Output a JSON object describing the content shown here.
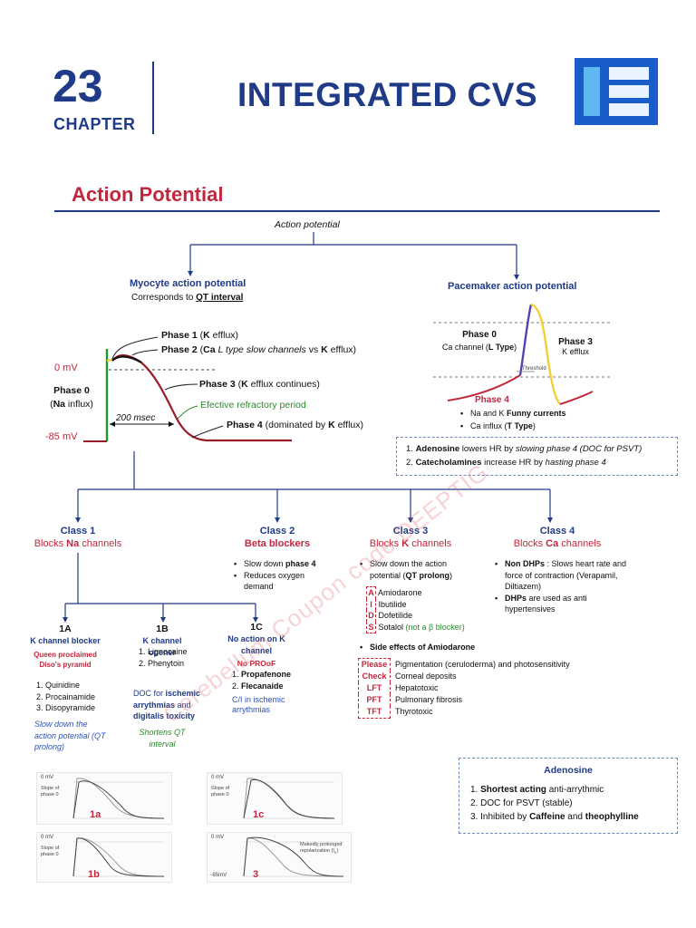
{
  "header": {
    "chapter_number": "23",
    "chapter_label": "CHAPTER",
    "title": "INTEGRATED CVS"
  },
  "section_title": "Action Potential",
  "tree": {
    "root": "Action potential",
    "myocyte_title": "Myocyte action potential",
    "myocyte_sub_prefix": "Corresponds to",
    "myocyte_sub_link": "QT interval",
    "pacemaker_title": "Pacemaker action potential"
  },
  "myocyte_graph": {
    "zero_mv": "0 mV",
    "minus85_mv": "-85 mV",
    "phase0_title": "Phase 0",
    "phase0_detail_pre": "(",
    "phase0_detail_ion": "Na",
    "phase0_detail_post": " influx)",
    "phase1_title": "Phase 1",
    "phase1_pre": " (",
    "phase1_ion": "K",
    "phase1_post": " efflux)",
    "phase2_title": "Phase 2",
    "phase2_pre": " (",
    "phase2_ion1": "Ca",
    "phase2_mid": "L type slow channels",
    "phase2_vs": " vs ",
    "phase2_ion2": "K",
    "phase2_post": " efflux)",
    "phase3_title": "Phase 3",
    "phase3_pre": " (",
    "phase3_ion": "K",
    "phase3_post": " efflux continues)",
    "erp": "Efective refractory period",
    "msec": "200 msec",
    "phase4_title": "Phase 4",
    "phase4_pre": " (dominated by ",
    "phase4_ion": "K",
    "phase4_post": " efflux)"
  },
  "pacemaker_graph": {
    "phase0_title": "Phase 0",
    "phase0_detail": "Ca channel (",
    "phase0_detail_b": "L Type",
    "phase0_detail_end": ")",
    "phase3_title": "Phase 3",
    "phase3_detail": "K efflux",
    "threshold": "Threshold",
    "phase4_title": "Phase 4",
    "phase4_item1_pre": "Na and K ",
    "phase4_item1_b": "Funny currents",
    "phase4_item2_pre": "Ca influx (",
    "phase4_item2_b": "T Type",
    "phase4_item2_end": ")"
  },
  "hr_box": {
    "item1_b": "Adenosine",
    "item1_mid": " lowers HR by ",
    "item1_i": "slowing phase 4  (DOC for PSVT)",
    "item2_b": "Catecholamines",
    "item2_mid": " increase HR by ",
    "item2_i": "hasting phase 4"
  },
  "classes": {
    "c1_title": "Class 1",
    "c1_sub_pre": "Blocks ",
    "c1_sub_b": "Na",
    "c1_sub_post": " channels",
    "c2_title": "Class 2",
    "c2_sub": "Beta blockers",
    "c2_item1_pre": "Slow down ",
    "c2_item1_b": "phase 4",
    "c2_item2": "Reduces oxygen demand",
    "c3_title": "Class 3",
    "c3_sub_pre": "Blocks ",
    "c3_sub_b": "K",
    "c3_sub_post": " channels",
    "c3_item1_pre": "Slow down the action potential (",
    "c3_item1_b": "QT prolong",
    "c3_item1_post": ")",
    "c3_drugs": [
      {
        "letter": "A",
        "name": "Amiodarone",
        "note": ""
      },
      {
        "letter": "I",
        "name": "Ibutilide",
        "note": ""
      },
      {
        "letter": "D",
        "name": "Dofetilide",
        "note": ""
      },
      {
        "letter": "S",
        "name": "Sotalol",
        "note": " (not a β blocker)"
      }
    ],
    "c4_title": "Class 4",
    "c4_sub_pre": "Blocks ",
    "c4_sub_b": "Ca",
    "c4_sub_post": " channels",
    "c4_item1_b": "Non DHPs",
    "c4_item1_rest": " : Slows heart rate and force of contraction (Verapamil, Diltiazem)",
    "c4_item2_b": "DHPs",
    "c4_item2_rest": " are used as anti hypertensives"
  },
  "subclasses": {
    "a_title": "1A",
    "a_sub": "K channel blocker",
    "a_mnemonic": "Queen proclaimed Diso's pyramid",
    "a_drugs": [
      "Quinidine",
      "Procainamide",
      "Disopyramide"
    ],
    "a_note": "Slow down the action potential (QT prolong)",
    "b_title": "1B",
    "b_sub": "K channel opener",
    "b_drugs": [
      "Lignocaine",
      "Phenytoin"
    ],
    "b_doc_pre": "DOC for ",
    "b_doc_b1": "ischemic arrythmias",
    "b_doc_mid": " and ",
    "b_doc_b2": "digitalis toxicity",
    "b_note": "Shortens QT interval",
    "c_title": "1C",
    "c_sub": "No action on K channel",
    "c_mnemonic": "No PROoF",
    "c_drugs": [
      "Propafenone",
      "Flecanaide"
    ],
    "c_note": "C/I in ischemic arrythmias"
  },
  "amiodarone": {
    "title": "Side effects of Amiodarone",
    "rows": [
      {
        "key": "Please",
        "value": "Pigmentation (ceruloderma) and photosensitivity"
      },
      {
        "key": "Check",
        "value": "Corneal deposits"
      },
      {
        "key": "LFT",
        "value": "Hepatotoxic"
      },
      {
        "key": "PFT",
        "value": "Pulmonary fibrosis"
      },
      {
        "key": "TFT",
        "value": "Thyrotoxic"
      }
    ]
  },
  "adenosine_box": {
    "title": "Adenosine",
    "item1_b": "Shortest acting",
    "item1_rest": " anti-arrythmic",
    "item2": "DOC for PSVT (stable)",
    "item3_pre": "Inhibited by ",
    "item3_b1": "Caffeine",
    "item3_mid": " and ",
    "item3_b2": "theophylline"
  },
  "mini_charts": {
    "c1a_label": "1a",
    "c1b_label": "1b",
    "c1c_label": "1c",
    "c3_label": "3",
    "zero_mv": "0 mV",
    "slope": "Slope of phase 0",
    "slope_na": "I",
    "minus85": "−85mV",
    "prolonged": "Makedly prolonged repolarization (I"
  },
  "watermark": "Cerebellum Coupon code DEEPTIG",
  "colors": {
    "navy": "#1f3a86",
    "red": "#c0283d",
    "green": "#2a8a2a",
    "yellow": "#f2cf3a",
    "purple": "#5a3fb2",
    "logo_blue": "#1a5cc9"
  }
}
